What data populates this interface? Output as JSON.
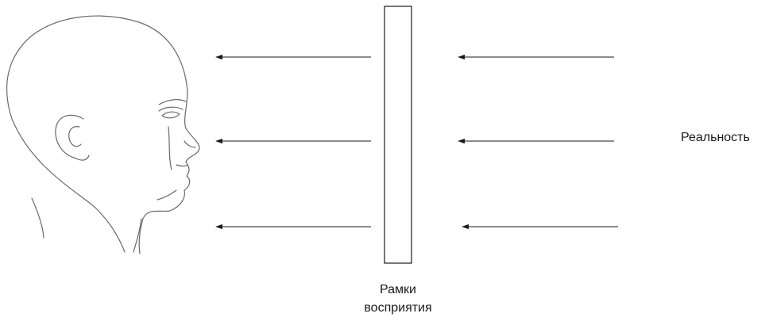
{
  "labels": {
    "reality": "Реальность",
    "frame_line1": "Рамки",
    "frame_line2": "восприятия"
  },
  "colors": {
    "ink": "#1a1a1a",
    "face_line": "#6a6a6a",
    "background": "#ffffff"
  },
  "icons": {
    "head": "human-head-profile-icon"
  }
}
